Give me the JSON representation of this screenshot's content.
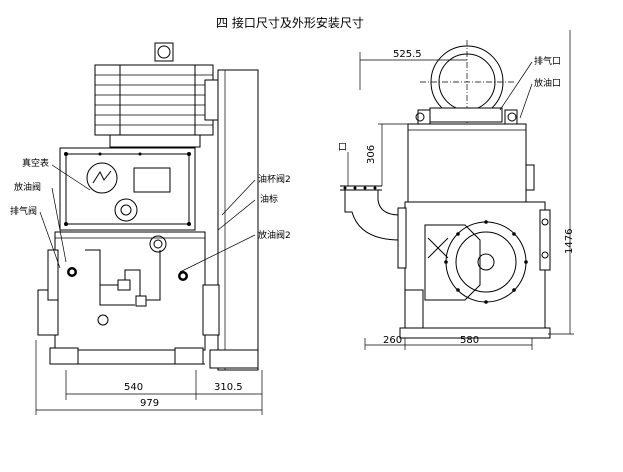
{
  "title": "四 接口尺寸及外形安装尺寸",
  "left_view": {
    "labels": {
      "gauge": "真空表",
      "drain_valve": "放油阀",
      "exhaust_valve": "排气阀",
      "oil_cup_valve_2": "油杯阀2",
      "oil_mark": "油标",
      "drain_valve_2": "放油阀2"
    },
    "dims": {
      "width_540": "540",
      "width_310": "310.5",
      "overall_979": "979"
    }
  },
  "right_view": {
    "labels": {
      "port": "口",
      "inlet": "排气口",
      "oil_outlet": "放油口"
    },
    "dims": {
      "motor_525": "525.5",
      "inlet_306": "306",
      "height_1476": "1476",
      "base_260": "260",
      "base_580": "580"
    }
  }
}
